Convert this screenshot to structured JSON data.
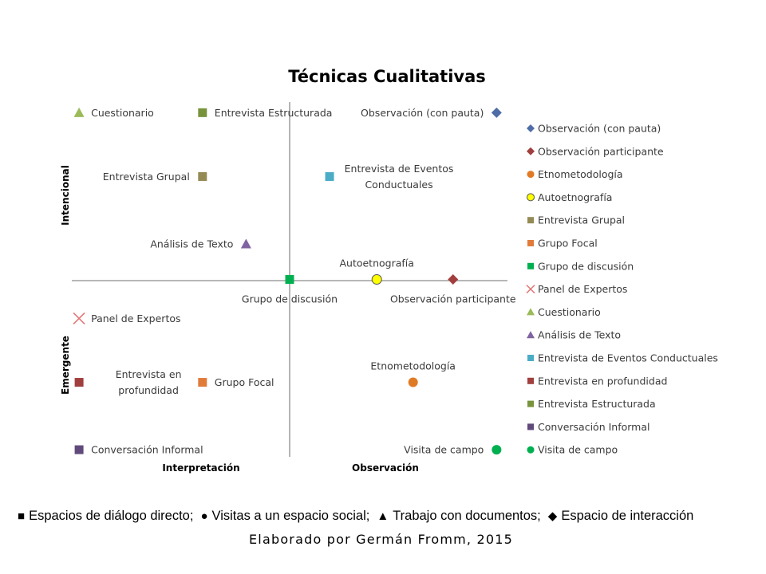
{
  "chart_data": {
    "type": "scatter",
    "title": "Técnicas Cualitativas",
    "axis_labels": {
      "top_left": "Intencional",
      "bottom_left": "Emergente",
      "bottom_left_x": "Interpretación",
      "bottom_right_x": "Observación"
    },
    "xlim": [
      -6,
      6
    ],
    "ylim": [
      -5,
      5
    ],
    "grid": false,
    "legend_position": "right",
    "points": [
      {
        "name": "Observación (con pauta)",
        "x": 5.7,
        "y": 4.7,
        "marker": "diamond",
        "color": "#4f6ea8",
        "label_side": "left"
      },
      {
        "name": "Observación participante",
        "x": 4.5,
        "y": 0,
        "marker": "diamond",
        "color": "#a13e3e",
        "label_side": "below"
      },
      {
        "name": "Etnometodología",
        "x": 3.4,
        "y": -2.9,
        "marker": "circle",
        "color": "#e07b25",
        "label_side": "above"
      },
      {
        "name": "Autoetnografía",
        "x": 2.4,
        "y": 0,
        "marker": "circle",
        "color": "#ffff00",
        "label_side": "above"
      },
      {
        "name": "Entrevista Grupal",
        "x": -2.4,
        "y": 2.9,
        "marker": "square",
        "color": "#948a54",
        "label_side": "left"
      },
      {
        "name": "Grupo Focal",
        "x": -2.4,
        "y": -2.9,
        "marker": "square",
        "color": "#e07b3a",
        "label_side": "right"
      },
      {
        "name": "Grupo de discusión",
        "x": 0,
        "y": 0,
        "marker": "square",
        "color": "#00b050",
        "label_side": "below"
      },
      {
        "name": "Panel de Expertos",
        "x": -5.8,
        "y": -1.1,
        "marker": "x",
        "color": "#e57373",
        "label_side": "right"
      },
      {
        "name": "Cuestionario",
        "x": -5.8,
        "y": 4.7,
        "marker": "triangle",
        "color": "#9bbb59",
        "label_side": "right"
      },
      {
        "name": "Análisis de Texto",
        "x": -1.2,
        "y": 1.0,
        "marker": "triangle",
        "color": "#8064a2",
        "label_side": "left"
      },
      {
        "name": "Entrevista de Eventos Conductuales",
        "x": 1.1,
        "y": 2.9,
        "marker": "square",
        "color": "#4bacc6",
        "label_side": "right",
        "label_lines": [
          "Entrevista de Eventos",
          "Conductuales"
        ]
      },
      {
        "name": "Entrevista en profundidad",
        "x": -5.8,
        "y": -2.9,
        "marker": "square",
        "color": "#a13e3e",
        "label_side": "right",
        "label_lines": [
          "Entrevista en",
          "profundidad"
        ]
      },
      {
        "name": "Entrevista Estructurada",
        "x": -2.4,
        "y": 4.7,
        "marker": "square",
        "color": "#77933c",
        "label_side": "right"
      },
      {
        "name": "Conversación Informal",
        "x": -5.8,
        "y": -4.8,
        "marker": "square",
        "color": "#604a7b",
        "label_side": "right"
      },
      {
        "name": "Visita de campo",
        "x": 5.7,
        "y": -4.8,
        "marker": "circle",
        "color": "#00b050",
        "label_side": "left"
      }
    ]
  },
  "footer_legend": [
    {
      "symbol": "■",
      "label": "Espacios de diálogo directo;"
    },
    {
      "symbol": "●",
      "label": "Visitas a un espacio social;"
    },
    {
      "symbol": "▲",
      "label": "Trabajo con documentos;"
    },
    {
      "symbol": "◆",
      "label": "Espacio de interacción"
    }
  ],
  "credit": "Elaborado por Germán Fromm, 2015"
}
